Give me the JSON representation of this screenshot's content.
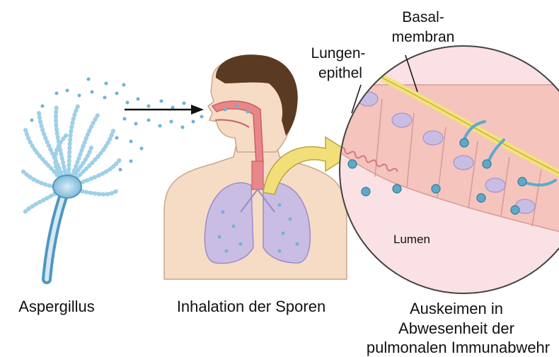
{
  "labels": {
    "basal_line1": "Basal-",
    "basal_line2": "membran",
    "lungen_line1": "Lungen-",
    "lungen_line2": "epithel",
    "lumen": "Lumen"
  },
  "captions": {
    "aspergillus": "Aspergillus",
    "inhalation": "Inhalation der Sporen",
    "auskeimen_line1": "Auskeimen in",
    "auskeimen_line2": "Abwesenheit der",
    "auskeimen_line3": "pulmonalen Immunabwehr"
  },
  "colors": {
    "spore": "#5fa9c8",
    "hypha": "#8fc4de",
    "skin": "#f6dcc4",
    "hair": "#5a3b22",
    "lung": "#c9bde3",
    "airway": "#e8868a",
    "membrane": "#f2e27a",
    "epithelium": "#f4c4bd",
    "lumen_bg": "#f9e1e4",
    "arrow": "#f3df7a"
  }
}
